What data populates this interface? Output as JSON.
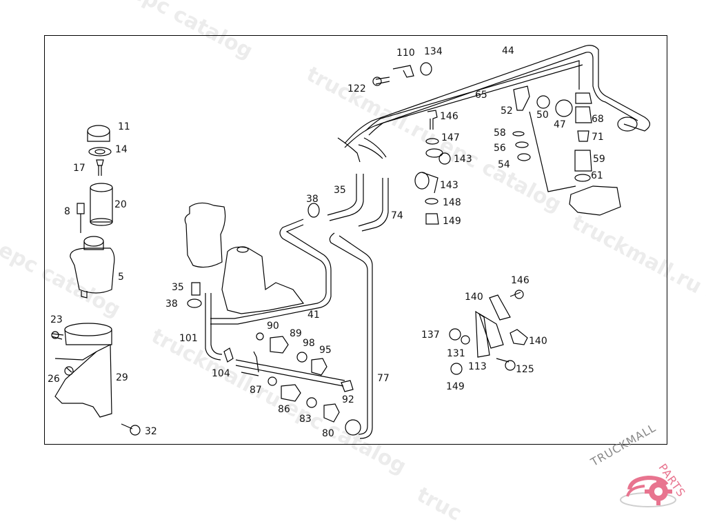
{
  "diagram": {
    "title": "Power steering reservoir and hydraulic lines - exploded parts diagram",
    "part_labels": [
      {
        "id": "110",
        "text": "110"
      },
      {
        "id": "134",
        "text": "134"
      },
      {
        "id": "44",
        "text": "44"
      },
      {
        "id": "122",
        "text": "122"
      },
      {
        "id": "65",
        "text": "65"
      },
      {
        "id": "52",
        "text": "52"
      },
      {
        "id": "50",
        "text": "50"
      },
      {
        "id": "47",
        "text": "47"
      },
      {
        "id": "68",
        "text": "68"
      },
      {
        "id": "146a",
        "text": "146"
      },
      {
        "id": "147",
        "text": "147"
      },
      {
        "id": "143a",
        "text": "143"
      },
      {
        "id": "143b",
        "text": "143"
      },
      {
        "id": "148",
        "text": "148"
      },
      {
        "id": "149a",
        "text": "149"
      },
      {
        "id": "58",
        "text": "58"
      },
      {
        "id": "56",
        "text": "56"
      },
      {
        "id": "54",
        "text": "54"
      },
      {
        "id": "71",
        "text": "71"
      },
      {
        "id": "59",
        "text": "59"
      },
      {
        "id": "61",
        "text": "61"
      },
      {
        "id": "11",
        "text": "11"
      },
      {
        "id": "14",
        "text": "14"
      },
      {
        "id": "17",
        "text": "17"
      },
      {
        "id": "20",
        "text": "20"
      },
      {
        "id": "8",
        "text": "8"
      },
      {
        "id": "5",
        "text": "5"
      },
      {
        "id": "23",
        "text": "23"
      },
      {
        "id": "26",
        "text": "26"
      },
      {
        "id": "29",
        "text": "29"
      },
      {
        "id": "32",
        "text": "32"
      },
      {
        "id": "35a",
        "text": "35"
      },
      {
        "id": "38a",
        "text": "38"
      },
      {
        "id": "74",
        "text": "74"
      },
      {
        "id": "35b",
        "text": "35"
      },
      {
        "id": "38b",
        "text": "38"
      },
      {
        "id": "41",
        "text": "41"
      },
      {
        "id": "101",
        "text": "101"
      },
      {
        "id": "90",
        "text": "90"
      },
      {
        "id": "89",
        "text": "89"
      },
      {
        "id": "98",
        "text": "98"
      },
      {
        "id": "95",
        "text": "95"
      },
      {
        "id": "104",
        "text": "104"
      },
      {
        "id": "87",
        "text": "87"
      },
      {
        "id": "92",
        "text": "92"
      },
      {
        "id": "86",
        "text": "86"
      },
      {
        "id": "83",
        "text": "83"
      },
      {
        "id": "80",
        "text": "80"
      },
      {
        "id": "77",
        "text": "77"
      },
      {
        "id": "146b",
        "text": "146"
      },
      {
        "id": "140a",
        "text": "140"
      },
      {
        "id": "137",
        "text": "137"
      },
      {
        "id": "140b",
        "text": "140"
      },
      {
        "id": "131",
        "text": "131"
      },
      {
        "id": "113",
        "text": "113"
      },
      {
        "id": "125",
        "text": "125"
      },
      {
        "id": "149b",
        "text": "149"
      }
    ]
  },
  "watermarks": [
    {
      "text": "epc catalog"
    },
    {
      "text": "truckmall.ru epc catalog"
    },
    {
      "text": "l epc catalog"
    },
    {
      "text": "truckmall.ru e"
    },
    {
      "text": "truckmall.ru epc catalog"
    },
    {
      "text": "truc"
    }
  ],
  "logo": {
    "text_dark": "TRUCKMALL",
    "text_accent": "PARTS",
    "accent_color": "#e8748f",
    "dark_color": "#888888",
    "icon": "gear-icon"
  }
}
